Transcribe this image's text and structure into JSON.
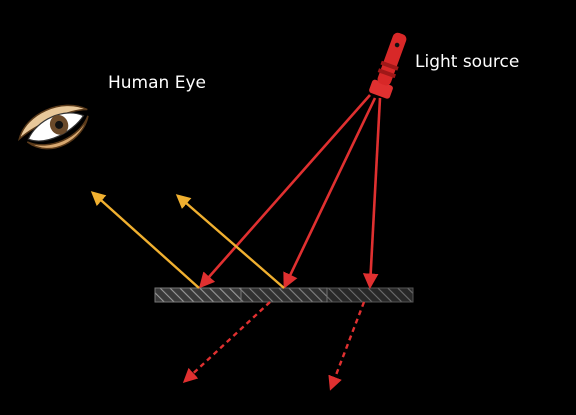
{
  "labels": {
    "human_eye": "Human Eye",
    "light_source": "Light source"
  },
  "icons": {
    "eye": "eye-icon",
    "light_source": "flashlight-icon"
  },
  "colors": {
    "background": "#000000",
    "incident_ray": "#e03030",
    "reflected_ray": "#f0b030",
    "refracted_ray": "#e03030",
    "surface_fill": "#555555",
    "surface_hatch": "#999999",
    "text": "#ffffff"
  },
  "rays": {
    "incident_count": 3,
    "reflected_count": 2,
    "refracted_count": 2
  }
}
